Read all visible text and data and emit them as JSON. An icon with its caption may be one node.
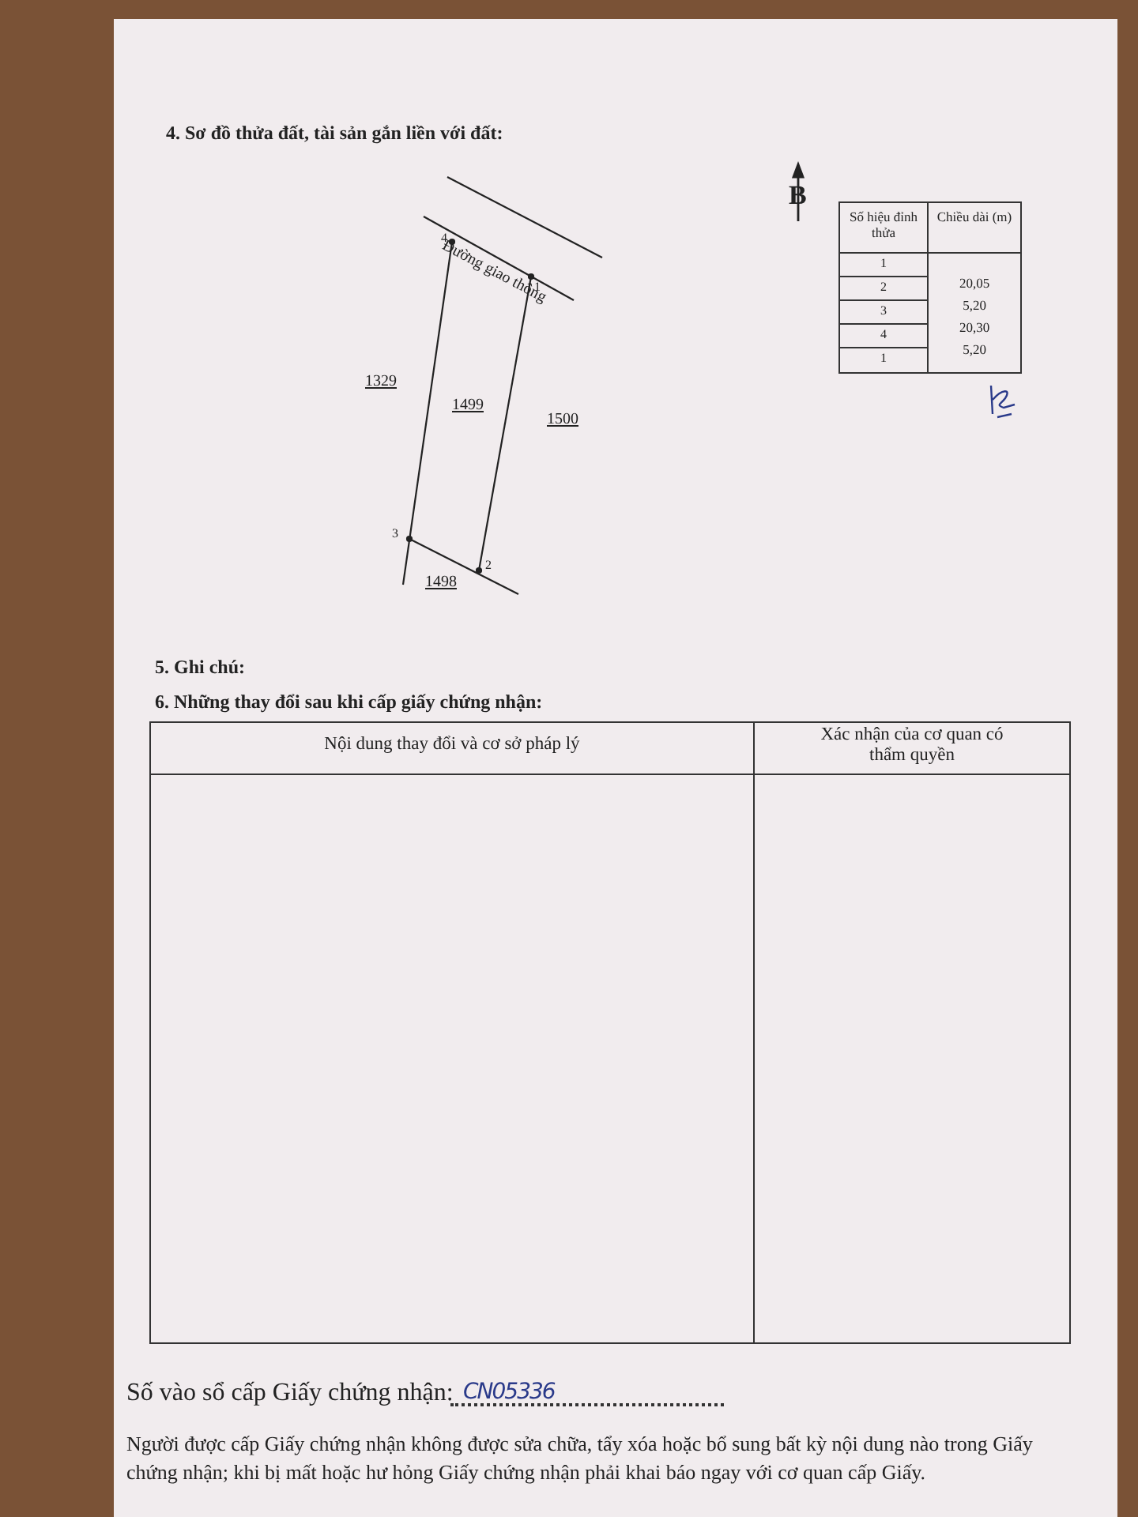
{
  "diagram": {
    "labels": [
      "4. Sơ đồ thửa đất, tài sản gắn liền với đất:",
      "B",
      "Đường giao thông",
      "4",
      "1",
      "1329",
      "1499",
      "1500",
      "3",
      "2",
      "1498",
      "Số hiệu đỉnh thửa",
      "Chiều dài (m)",
      "1",
      "20,05",
      "2",
      "5,20",
      "3",
      "20,30",
      "4",
      "5,20",
      "1",
      "5. Ghi chú:",
      "6. Những thay đổi sau khi cấp giấy chứng nhận:",
      "Nội dung thay đổi và cơ sở pháp lý",
      "Xác nhận của cơ quan có thẩm quyền",
      "Số vào sổ cấp Giấy chứng nhận:",
      "CN05336",
      "Người được cấp Giấy chứng nhận không được sửa chữa, tẩy xóa hoặc bổ sung bất kỳ nội dung nào trong Giấy chứng nhận; khi bị mất hoặc hư hỏng Giấy chứng nhận phải khai báo ngay với cơ quan cấp Giấy."
    ]
  }
}
